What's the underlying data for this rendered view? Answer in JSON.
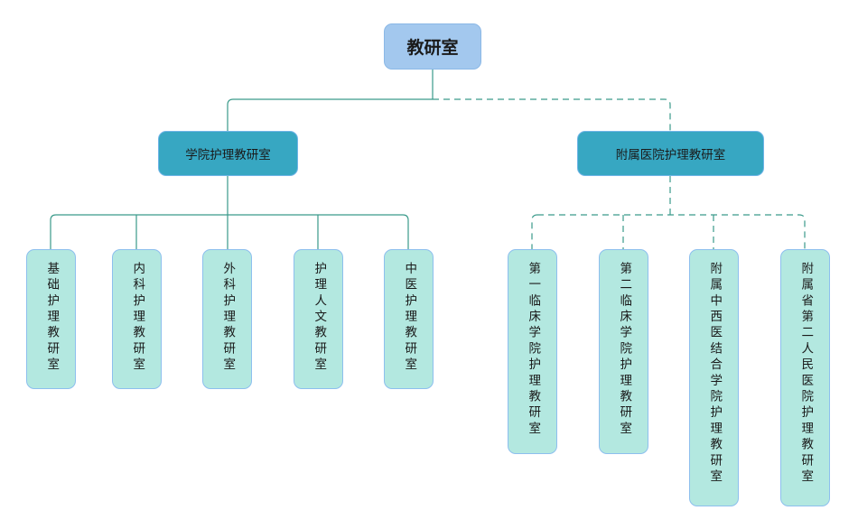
{
  "root": {
    "label": "教研室",
    "color": "#a3c8ee"
  },
  "branches": [
    {
      "label": "学院护理教研室",
      "line_style": "solid",
      "color": "#37a7c2",
      "children": [
        {
          "label": "基础护理教研室"
        },
        {
          "label": "内科护理教研室"
        },
        {
          "label": "外科护理教研室"
        },
        {
          "label": "护理人文教研室"
        },
        {
          "label": "中医护理教研室"
        }
      ]
    },
    {
      "label": "附属医院护理教研室",
      "line_style": "dashed",
      "color": "#37a7c2",
      "children": [
        {
          "label": "第一临床学院护理教研室"
        },
        {
          "label": "第二临床学院护理教研室"
        },
        {
          "label": "附属中西医结合学院护理教研室"
        },
        {
          "label": "附属省第二人民医院护理教研室"
        }
      ]
    }
  ],
  "connector_color": "#3a9a8a",
  "leaf_color": "#b3e8e0"
}
